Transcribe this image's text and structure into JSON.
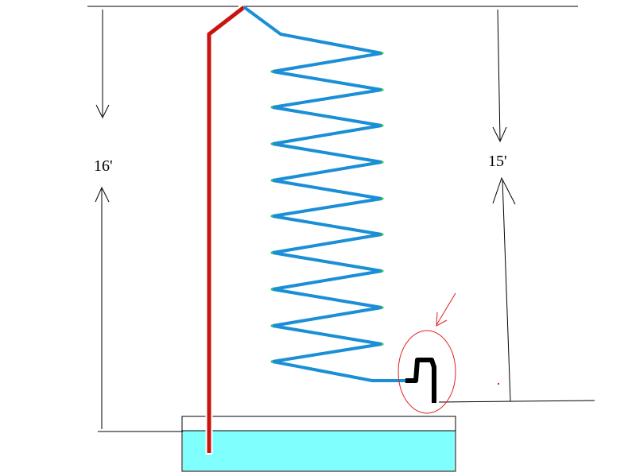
{
  "labels": {
    "left_height": "16'",
    "right_height": "15'"
  },
  "colors": {
    "background": "#ffffff",
    "supply_pipe": "#c8140f",
    "coil": "#1a8fd6",
    "coil_highlight": "#2ecc40",
    "outlet_fitting": "#000000",
    "water": "#80ffff",
    "annotation": "#e02020",
    "dimension_lines": "#000000"
  },
  "icons": {
    "callout_arrow": "arrow-down-left-icon",
    "callout_circle": "ellipse-highlight"
  }
}
